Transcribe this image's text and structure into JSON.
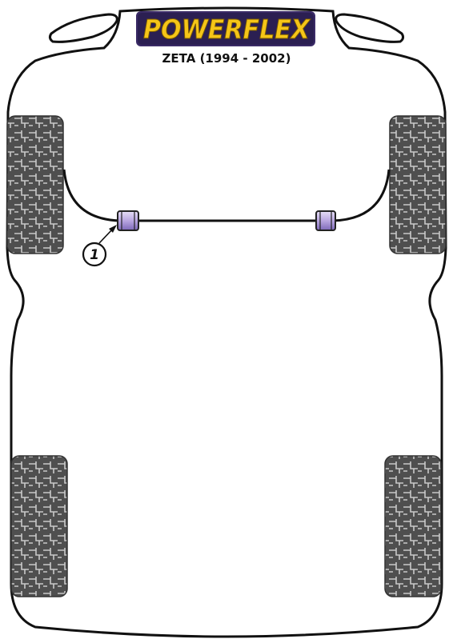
{
  "brand": {
    "logo_text": "POWERFLEX",
    "logo_color": "#f5c518",
    "logo_bg": "#3a2a66"
  },
  "vehicle": {
    "title": "ZETA (1994 - 2002)"
  },
  "parts": [
    {
      "callout": "1",
      "color": "#b9a6e0"
    }
  ],
  "colors": {
    "body_outline": "#111111",
    "tyre_fill": "#555555",
    "tyre_line": "#bfbfbf",
    "bush_fill": "#b9a6e0"
  }
}
